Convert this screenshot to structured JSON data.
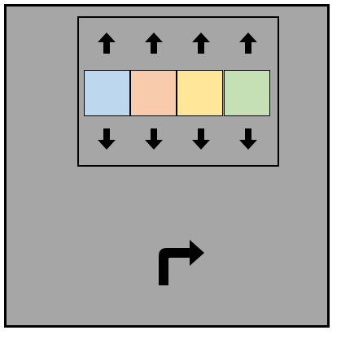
{
  "panel": {
    "up_arrow_icon": "up-arrow",
    "down_arrow_icon": "down-arrow",
    "swatches": [
      {
        "name": "blue",
        "color": "#bdd7ee"
      },
      {
        "name": "orange",
        "color": "#f8cbad"
      },
      {
        "name": "yellow",
        "color": "#ffe699"
      },
      {
        "name": "green",
        "color": "#c5e0b4"
      }
    ]
  },
  "turn_icon": "turn-right-arrow",
  "colors": {
    "background": "#a6a6a6",
    "stroke": "#000000"
  }
}
